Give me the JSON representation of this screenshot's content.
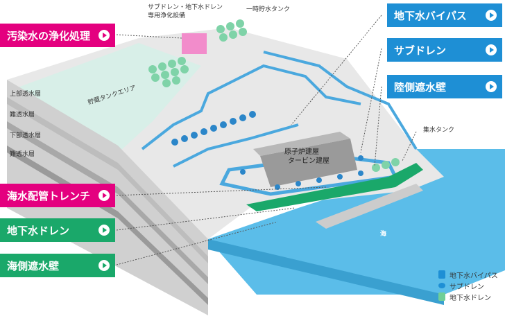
{
  "buttons_left": [
    {
      "label": "汚染水の浄化処理",
      "color": "#e4007f"
    },
    {
      "label": "海水配管トレンチ",
      "color": "#e4007f"
    },
    {
      "label": "地下水ドレン",
      "color": "#1aa86a"
    },
    {
      "label": "海側遮水壁",
      "color": "#1aa86a"
    }
  ],
  "buttons_right": [
    {
      "label": "地下水バイパス",
      "color": "#1e8fd5"
    },
    {
      "label": "サブドレン",
      "color": "#1e8fd5"
    },
    {
      "label": "陸側遮水壁",
      "color": "#1e8fd5"
    }
  ],
  "labels": {
    "purification": "サブドレン・地下水ドレン\n専用浄化設備",
    "temp_tank": "一時貯水タンク",
    "storage_area": "貯蔵タンクエリア",
    "collect_tank": "集水タンク",
    "reactor": "原子炉建屋",
    "turbine": "タービン建屋",
    "sea": "海"
  },
  "layers": [
    "上部透水層",
    "難透水層",
    "下部透水層",
    "難透水層"
  ],
  "legend": [
    {
      "label": "地下水バイパス",
      "color": "#1e8fd5"
    },
    {
      "label": "サブドレン",
      "color": "#1e8fd5"
    },
    {
      "label": "地下水ドレン",
      "color": "#6fcf97"
    }
  ],
  "colors": {
    "ground": "#e6e6e6",
    "water": "#47b5e8",
    "pipe": "#4aa8de",
    "wall": "#1aa86a"
  }
}
